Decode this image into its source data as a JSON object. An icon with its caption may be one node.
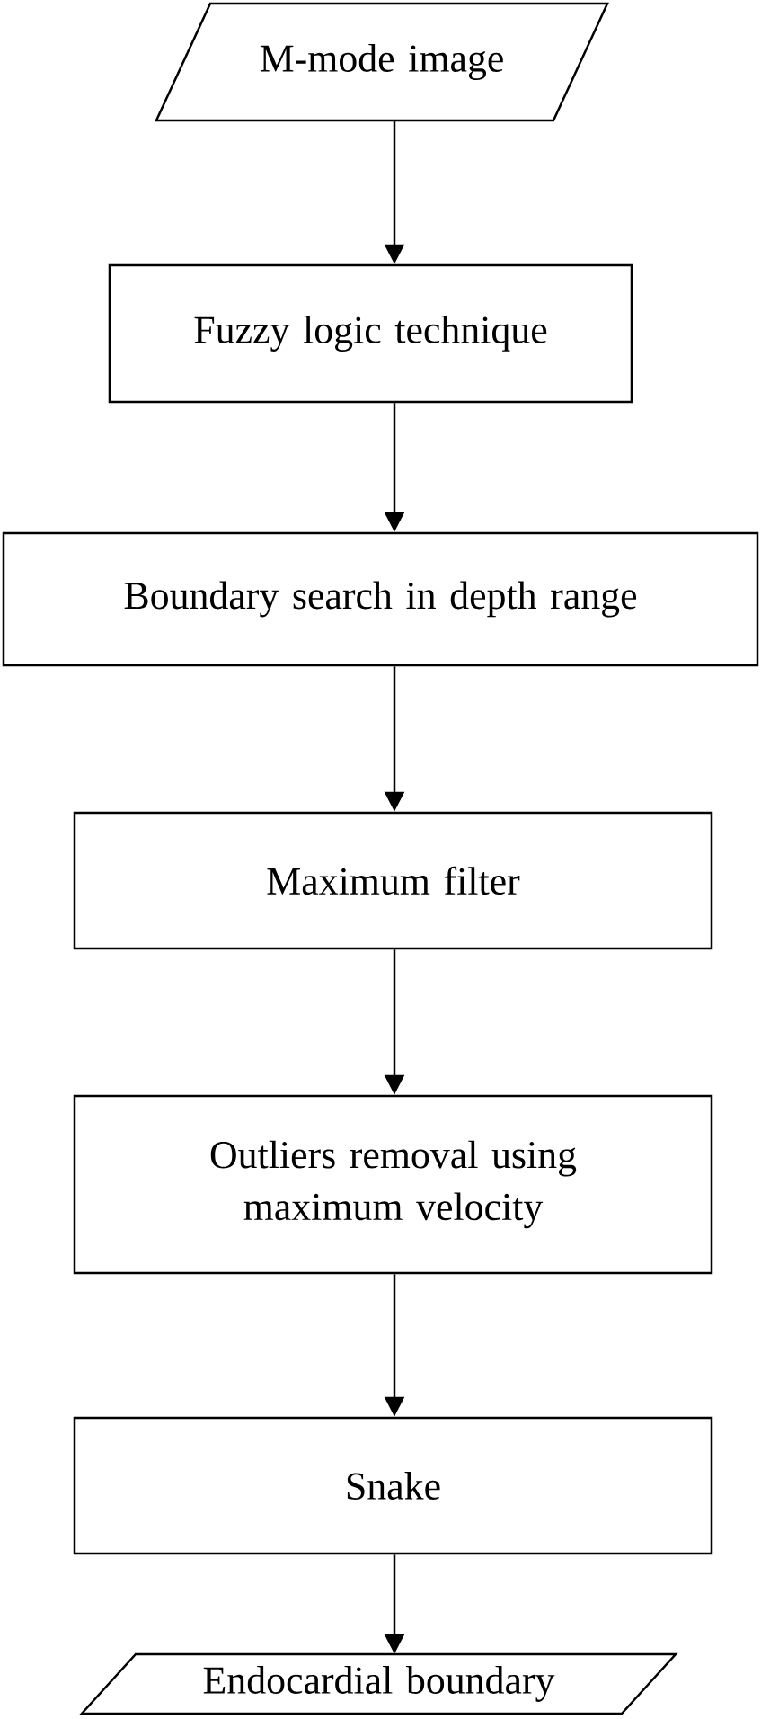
{
  "diagram": {
    "nodes": [
      {
        "text": [
          "M-mode image"
        ]
      },
      {
        "text": [
          "Fuzzy logic technique"
        ]
      },
      {
        "text": [
          "Boundary search in depth range"
        ]
      },
      {
        "text": [
          "Maximum filter"
        ]
      },
      {
        "text": [
          "Outliers removal using maximum velocity"
        ]
      },
      {
        "text": [
          "Snake"
        ]
      },
      {
        "text": [
          "Endocardial boundary"
        ]
      }
    ],
    "edges": [
      {
        "from": 0,
        "to": 1,
        "arrow": "to"
      },
      {
        "from": 1,
        "to": 2,
        "arrow": "to"
      },
      {
        "from": 2,
        "to": 3,
        "arrow": "to"
      },
      {
        "from": 3,
        "to": 4,
        "arrow": "to"
      },
      {
        "from": 4,
        "to": 5,
        "arrow": "to"
      },
      {
        "from": 5,
        "to": 6,
        "arrow": "to"
      }
    ]
  }
}
